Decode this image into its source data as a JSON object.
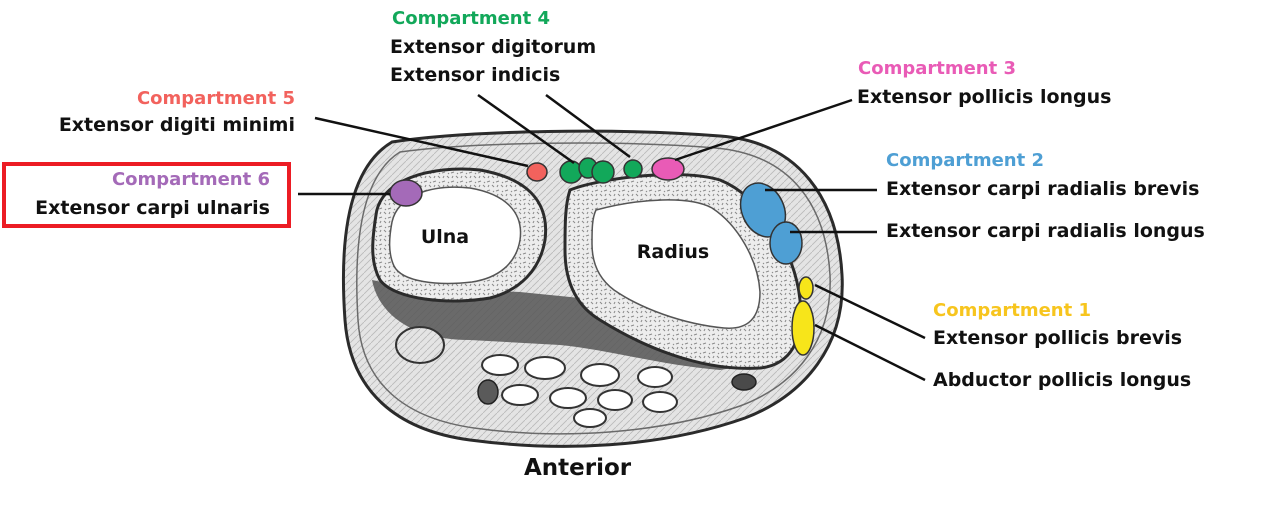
{
  "compartments": {
    "c1": {
      "title": "Compartment 1",
      "color": "#f7c51e",
      "muscles": [
        "Extensor pollicis brevis",
        "Abductor pollicis longus"
      ]
    },
    "c2": {
      "title": "Compartment 2",
      "color": "#4e9fd4",
      "muscles": [
        "Extensor carpi radialis brevis",
        "Extensor carpi radialis longus"
      ]
    },
    "c3": {
      "title": "Compartment 3",
      "color": "#e95bb6",
      "muscles": [
        "Extensor pollicis longus"
      ]
    },
    "c4": {
      "title": "Compartment 4",
      "color": "#12a85a",
      "muscles": [
        "Extensor digitorum",
        "Extensor indicis"
      ]
    },
    "c5": {
      "title": "Compartment 5",
      "color": "#f2625d",
      "muscles": [
        "Extensor digiti minimi"
      ]
    },
    "c6": {
      "title": "Compartment 6",
      "color": "#a46ab8",
      "muscles": [
        "Extensor carpi ulnaris"
      ]
    }
  },
  "bones": {
    "ulna": "Ulna",
    "radius": "Radius"
  },
  "orientation": {
    "anterior": "Anterior"
  },
  "highlight": {
    "color": "#ec1c24",
    "target": "Compartment 6"
  }
}
